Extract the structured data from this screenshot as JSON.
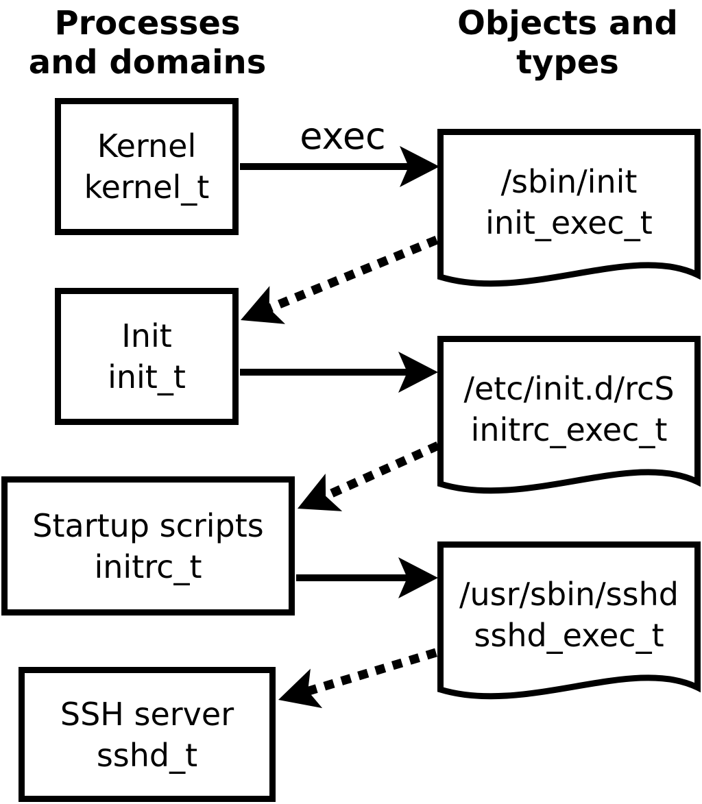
{
  "columns": {
    "processes": {
      "line1": "Processes",
      "line2": "and domains"
    },
    "objects": {
      "line1": "Objects and",
      "line2": "types"
    }
  },
  "nodes": {
    "kernel": {
      "name": "Kernel",
      "type": "kernel_t"
    },
    "init": {
      "name": "Init",
      "type": "init_t"
    },
    "initrc": {
      "name": "Startup scripts",
      "type": "initrc_t"
    },
    "sshd": {
      "name": "SSH server",
      "type": "sshd_t"
    }
  },
  "objects": {
    "sbin_init": {
      "path": "/sbin/init",
      "type": "init_exec_t"
    },
    "etc_rcs": {
      "path": "/etc/init.d/rcS",
      "type": "initrc_exec_t"
    },
    "usr_sshd": {
      "path": "/usr/sbin/sshd",
      "type": "sshd_exec_t"
    }
  },
  "labels": {
    "exec": "exec"
  },
  "colors": {
    "ink": "#000000",
    "paper": "#ffffff"
  }
}
